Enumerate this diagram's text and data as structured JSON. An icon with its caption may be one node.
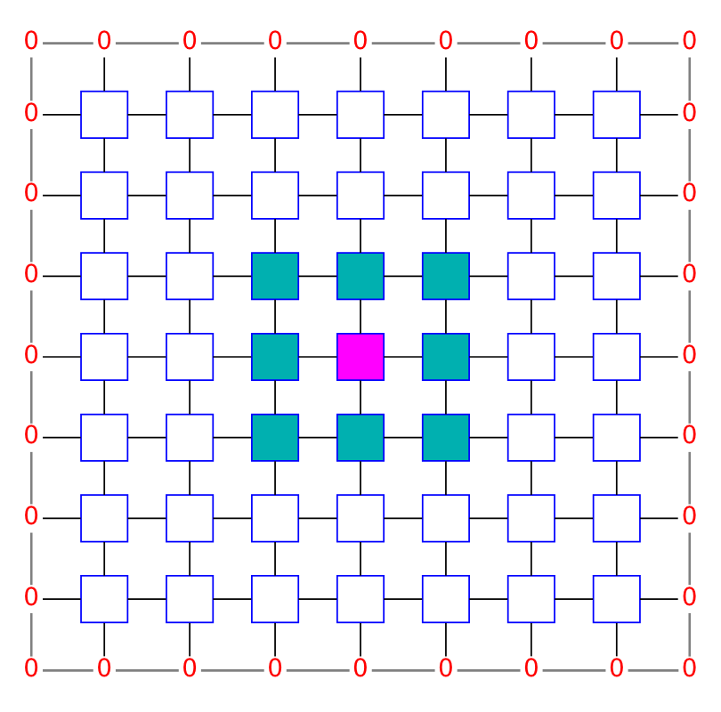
{
  "diagram": {
    "nodes": [
      {
        "text": [
          "0"
        ]
      },
      {
        "text": [
          "0"
        ]
      },
      {
        "text": [
          "0"
        ]
      },
      {
        "text": [
          "0"
        ]
      },
      {
        "text": [
          "0"
        ]
      },
      {
        "text": [
          "0"
        ]
      },
      {
        "text": [
          "0"
        ]
      },
      {
        "text": [
          "0"
        ]
      },
      {
        "text": [
          "0"
        ]
      },
      {
        "text": [
          "0"
        ]
      },
      {
        "text": [],
        "shape": "box"
      },
      {
        "text": [],
        "shape": "box"
      },
      {
        "text": [],
        "shape": "box"
      },
      {
        "text": [],
        "shape": "box"
      },
      {
        "text": [],
        "shape": "box"
      },
      {
        "text": [],
        "shape": "box"
      },
      {
        "text": [],
        "shape": "box"
      },
      {
        "text": [
          "0"
        ]
      },
      {
        "text": [
          "0"
        ]
      },
      {
        "text": [],
        "shape": "box"
      },
      {
        "text": [],
        "shape": "box"
      },
      {
        "text": [],
        "shape": "box"
      },
      {
        "text": [],
        "shape": "box"
      },
      {
        "text": [],
        "shape": "box"
      },
      {
        "text": [],
        "shape": "box"
      },
      {
        "text": [],
        "shape": "box"
      },
      {
        "text": [
          "0"
        ]
      },
      {
        "text": [
          "0"
        ]
      },
      {
        "text": [],
        "shape": "box"
      },
      {
        "text": [],
        "shape": "box"
      },
      {
        "text": [],
        "shape": "box"
      },
      {
        "text": [],
        "shape": "box"
      },
      {
        "text": [],
        "shape": "box"
      },
      {
        "text": [],
        "shape": "box"
      },
      {
        "text": [],
        "shape": "box"
      },
      {
        "text": [
          "0"
        ]
      },
      {
        "text": [
          "0"
        ]
      },
      {
        "text": [],
        "shape": "box"
      },
      {
        "text": [],
        "shape": "box"
      },
      {
        "text": [],
        "shape": "box"
      },
      {
        "text": [],
        "shape": "box"
      },
      {
        "text": [],
        "shape": "box"
      },
      {
        "text": [],
        "shape": "box"
      },
      {
        "text": [],
        "shape": "box"
      },
      {
        "text": [
          "0"
        ]
      },
      {
        "text": [
          "0"
        ]
      },
      {
        "text": [],
        "shape": "box"
      },
      {
        "text": [],
        "shape": "box"
      },
      {
        "text": [],
        "shape": "box"
      },
      {
        "text": [],
        "shape": "box"
      },
      {
        "text": [],
        "shape": "box"
      },
      {
        "text": [],
        "shape": "box"
      },
      {
        "text": [],
        "shape": "box"
      },
      {
        "text": [
          "0"
        ]
      },
      {
        "text": [
          "0"
        ]
      },
      {
        "text": [],
        "shape": "box"
      },
      {
        "text": [],
        "shape": "box"
      },
      {
        "text": [],
        "shape": "box"
      },
      {
        "text": [],
        "shape": "box"
      },
      {
        "text": [],
        "shape": "box"
      },
      {
        "text": [],
        "shape": "box"
      },
      {
        "text": [],
        "shape": "box"
      },
      {
        "text": [
          "0"
        ]
      },
      {
        "text": [
          "0"
        ]
      },
      {
        "text": [],
        "shape": "box"
      },
      {
        "text": [],
        "shape": "box"
      },
      {
        "text": [],
        "shape": "box"
      },
      {
        "text": [],
        "shape": "box"
      },
      {
        "text": [],
        "shape": "box"
      },
      {
        "text": [],
        "shape": "box"
      },
      {
        "text": [],
        "shape": "box"
      },
      {
        "text": [
          "0"
        ]
      },
      {
        "text": [
          "0"
        ]
      },
      {
        "text": [
          "0"
        ]
      },
      {
        "text": [
          "0"
        ]
      },
      {
        "text": [
          "0"
        ]
      },
      {
        "text": [
          "0"
        ]
      },
      {
        "text": [
          "0"
        ]
      },
      {
        "text": [
          "0"
        ]
      },
      {
        "text": [
          "0"
        ]
      },
      {
        "text": [
          "0"
        ]
      }
    ],
    "edges": [
      {
        "from": 0,
        "to": 1,
        "arrow": "none",
        "color": "#808080"
      },
      {
        "from": 1,
        "to": 2,
        "arrow": "none",
        "color": "#808080"
      },
      {
        "from": 2,
        "to": 3,
        "arrow": "none",
        "color": "#808080"
      },
      {
        "from": 3,
        "to": 4,
        "arrow": "none",
        "color": "#808080"
      },
      {
        "from": 4,
        "to": 5,
        "arrow": "none",
        "color": "#808080"
      },
      {
        "from": 5,
        "to": 6,
        "arrow": "none",
        "color": "#808080"
      },
      {
        "from": 6,
        "to": 7,
        "arrow": "none",
        "color": "#808080"
      },
      {
        "from": 7,
        "to": 8,
        "arrow": "none",
        "color": "#808080"
      },
      {
        "from": 0,
        "to": 9,
        "arrow": "none",
        "color": "#808080"
      },
      {
        "from": 1,
        "to": 10,
        "arrow": "none"
      },
      {
        "from": 2,
        "to": 11,
        "arrow": "none"
      },
      {
        "from": 3,
        "to": 12,
        "arrow": "none"
      },
      {
        "from": 4,
        "to": 13,
        "arrow": "none"
      },
      {
        "from": 5,
        "to": 14,
        "arrow": "none"
      },
      {
        "from": 6,
        "to": 15,
        "arrow": "none"
      },
      {
        "from": 7,
        "to": 16,
        "arrow": "none"
      },
      {
        "from": 8,
        "to": 17,
        "arrow": "none",
        "color": "#808080"
      },
      {
        "from": 9,
        "to": 10,
        "arrow": "none"
      },
      {
        "from": 10,
        "to": 11,
        "arrow": "none"
      },
      {
        "from": 11,
        "to": 12,
        "arrow": "none"
      },
      {
        "from": 12,
        "to": 13,
        "arrow": "none"
      },
      {
        "from": 13,
        "to": 14,
        "arrow": "none"
      },
      {
        "from": 14,
        "to": 15,
        "arrow": "none"
      },
      {
        "from": 15,
        "to": 16,
        "arrow": "none"
      },
      {
        "from": 16,
        "to": 17,
        "arrow": "none"
      },
      {
        "from": 9,
        "to": 18,
        "arrow": "none",
        "color": "#808080"
      },
      {
        "from": 10,
        "to": 19,
        "arrow": "none"
      },
      {
        "from": 11,
        "to": 20,
        "arrow": "none"
      },
      {
        "from": 12,
        "to": 21,
        "arrow": "none"
      },
      {
        "from": 13,
        "to": 22,
        "arrow": "none"
      },
      {
        "from": 14,
        "to": 23,
        "arrow": "none"
      },
      {
        "from": 15,
        "to": 24,
        "arrow": "none"
      },
      {
        "from": 16,
        "to": 25,
        "arrow": "none"
      },
      {
        "from": 17,
        "to": 26,
        "arrow": "none",
        "color": "#808080"
      },
      {
        "from": 18,
        "to": 19,
        "arrow": "none"
      },
      {
        "from": 19,
        "to": 20,
        "arrow": "none"
      },
      {
        "from": 20,
        "to": 21,
        "arrow": "none"
      },
      {
        "from": 21,
        "to": 22,
        "arrow": "none"
      },
      {
        "from": 22,
        "to": 23,
        "arrow": "none"
      },
      {
        "from": 23,
        "to": 24,
        "arrow": "none"
      },
      {
        "from": 24,
        "to": 25,
        "arrow": "none"
      },
      {
        "from": 25,
        "to": 26,
        "arrow": "none"
      },
      {
        "from": 18,
        "to": 27,
        "arrow": "none",
        "color": "#808080"
      },
      {
        "from": 19,
        "to": 28,
        "arrow": "none"
      },
      {
        "from": 20,
        "to": 29,
        "arrow": "none"
      },
      {
        "from": 21,
        "to": 30,
        "arrow": "none"
      },
      {
        "from": 22,
        "to": 31,
        "arrow": "none"
      },
      {
        "from": 23,
        "to": 32,
        "arrow": "none"
      },
      {
        "from": 24,
        "to": 33,
        "arrow": "none"
      },
      {
        "from": 25,
        "to": 34,
        "arrow": "none"
      },
      {
        "from": 26,
        "to": 35,
        "arrow": "none",
        "color": "#808080"
      },
      {
        "from": 27,
        "to": 28,
        "arrow": "none"
      },
      {
        "from": 28,
        "to": 29,
        "arrow": "none"
      },
      {
        "from": 29,
        "to": 30,
        "arrow": "none"
      },
      {
        "from": 30,
        "to": 31,
        "arrow": "none"
      },
      {
        "from": 31,
        "to": 32,
        "arrow": "none"
      },
      {
        "from": 32,
        "to": 33,
        "arrow": "none"
      },
      {
        "from": 33,
        "to": 34,
        "arrow": "none"
      },
      {
        "from": 34,
        "to": 35,
        "arrow": "none"
      },
      {
        "from": 27,
        "to": 36,
        "arrow": "none",
        "color": "#808080"
      },
      {
        "from": 28,
        "to": 37,
        "arrow": "none"
      },
      {
        "from": 29,
        "to": 38,
        "arrow": "none"
      },
      {
        "from": 30,
        "to": 39,
        "arrow": "none"
      },
      {
        "from": 31,
        "to": 40,
        "arrow": "none"
      },
      {
        "from": 32,
        "to": 41,
        "arrow": "none"
      },
      {
        "from": 33,
        "to": 42,
        "arrow": "none"
      },
      {
        "from": 34,
        "to": 43,
        "arrow": "none"
      },
      {
        "from": 35,
        "to": 44,
        "arrow": "none",
        "color": "#808080"
      },
      {
        "from": 36,
        "to": 37,
        "arrow": "none"
      },
      {
        "from": 37,
        "to": 38,
        "arrow": "none"
      },
      {
        "from": 38,
        "to": 39,
        "arrow": "none"
      },
      {
        "from": 39,
        "to": 40,
        "arrow": "none"
      },
      {
        "from": 40,
        "to": 41,
        "arrow": "none"
      },
      {
        "from": 41,
        "to": 42,
        "arrow": "none"
      },
      {
        "from": 42,
        "to": 43,
        "arrow": "none"
      },
      {
        "from": 43,
        "to": 44,
        "arrow": "none"
      },
      {
        "from": 36,
        "to": 45,
        "arrow": "none",
        "color": "#808080"
      },
      {
        "from": 37,
        "to": 46,
        "arrow": "none"
      },
      {
        "from": 38,
        "to": 47,
        "arrow": "none"
      },
      {
        "from": 39,
        "to": 48,
        "arrow": "none"
      },
      {
        "from": 40,
        "to": 49,
        "arrow": "none"
      },
      {
        "from": 41,
        "to": 50,
        "arrow": "none"
      },
      {
        "from": 42,
        "to": 51,
        "arrow": "none"
      },
      {
        "from": 43,
        "to": 52,
        "arrow": "none"
      },
      {
        "from": 44,
        "to": 53,
        "arrow": "none",
        "color": "#808080"
      },
      {
        "from": 45,
        "to": 46,
        "arrow": "none"
      },
      {
        "from": 46,
        "to": 47,
        "arrow": "none"
      },
      {
        "from": 47,
        "to": 48,
        "arrow": "none"
      },
      {
        "from": 48,
        "to": 49,
        "arrow": "none"
      },
      {
        "from": 49,
        "to": 50,
        "arrow": "none"
      },
      {
        "from": 50,
        "to": 51,
        "arrow": "none"
      },
      {
        "from": 51,
        "to": 52,
        "arrow": "none"
      },
      {
        "from": 52,
        "to": 53,
        "arrow": "none"
      },
      {
        "from": 45,
        "to": 54,
        "arrow": "none",
        "color": "#808080"
      },
      {
        "from": 46,
        "to": 55,
        "arrow": "none"
      },
      {
        "from": 47,
        "to": 56,
        "arrow": "none"
      },
      {
        "from": 48,
        "to": 57,
        "arrow": "none"
      },
      {
        "from": 49,
        "to": 58,
        "arrow": "none"
      },
      {
        "from": 50,
        "to": 59,
        "arrow": "none"
      },
      {
        "from": 51,
        "to": 60,
        "arrow": "none"
      },
      {
        "from": 52,
        "to": 61,
        "arrow": "none"
      },
      {
        "from": 53,
        "to": 62,
        "arrow": "none",
        "color": "#808080"
      },
      {
        "from": 54,
        "to": 55,
        "arrow": "none"
      },
      {
        "from": 55,
        "to": 56,
        "arrow": "none"
      },
      {
        "from": 56,
        "to": 57,
        "arrow": "none"
      },
      {
        "from": 57,
        "to": 58,
        "arrow": "none"
      },
      {
        "from": 58,
        "to": 59,
        "arrow": "none"
      },
      {
        "from": 59,
        "to": 60,
        "arrow": "none"
      },
      {
        "from": 60,
        "to": 61,
        "arrow": "none"
      },
      {
        "from": 61,
        "to": 62,
        "arrow": "none"
      },
      {
        "from": 54,
        "to": 63,
        "arrow": "none",
        "color": "#808080"
      },
      {
        "from": 55,
        "to": 64,
        "arrow": "none"
      },
      {
        "from": 56,
        "to": 65,
        "arrow": "none"
      },
      {
        "from": 57,
        "to": 66,
        "arrow": "none"
      },
      {
        "from": 58,
        "to": 67,
        "arrow": "none"
      },
      {
        "from": 59,
        "to": 68,
        "arrow": "none"
      },
      {
        "from": 60,
        "to": 69,
        "arrow": "none"
      },
      {
        "from": 61,
        "to": 70,
        "arrow": "none"
      },
      {
        "from": 62,
        "to": 71,
        "arrow": "none",
        "color": "#808080"
      },
      {
        "from": 63,
        "to": 64,
        "arrow": "none"
      },
      {
        "from": 64,
        "to": 65,
        "arrow": "none"
      },
      {
        "from": 65,
        "to": 66,
        "arrow": "none"
      },
      {
        "from": 66,
        "to": 67,
        "arrow": "none"
      },
      {
        "from": 67,
        "to": 68,
        "arrow": "none"
      },
      {
        "from": 68,
        "to": 69,
        "arrow": "none"
      },
      {
        "from": 69,
        "to": 70,
        "arrow": "none"
      },
      {
        "from": 70,
        "to": 71,
        "arrow": "none"
      },
      {
        "from": 63,
        "to": 72,
        "arrow": "none",
        "color": "#808080"
      },
      {
        "from": 64,
        "to": 73,
        "arrow": "none"
      },
      {
        "from": 65,
        "to": 74,
        "arrow": "none"
      },
      {
        "from": 66,
        "to": 75,
        "arrow": "none"
      },
      {
        "from": 67,
        "to": 76,
        "arrow": "none"
      },
      {
        "from": 68,
        "to": 77,
        "arrow": "none"
      },
      {
        "from": 69,
        "to": 78,
        "arrow": "none"
      },
      {
        "from": 70,
        "to": 79,
        "arrow": "none"
      },
      {
        "from": 71,
        "to": 80,
        "arrow": "none",
        "color": "#808080"
      },
      {
        "from": 72,
        "to": 73,
        "arrow": "none",
        "color": "#808080"
      },
      {
        "from": 73,
        "to": 74,
        "arrow": "none",
        "color": "#808080"
      },
      {
        "from": 74,
        "to": 75,
        "arrow": "none",
        "color": "#808080"
      },
      {
        "from": 75,
        "to": 76,
        "arrow": "none",
        "color": "#808080"
      },
      {
        "from": 76,
        "to": 77,
        "arrow": "none",
        "color": "#808080"
      },
      {
        "from": 77,
        "to": 78,
        "arrow": "none",
        "color": "#808080"
      },
      {
        "from": 78,
        "to": 79,
        "arrow": "none",
        "color": "#808080"
      },
      {
        "from": 79,
        "to": 80,
        "arrow": "none",
        "color": "#808080"
      }
    ]
  }
}
